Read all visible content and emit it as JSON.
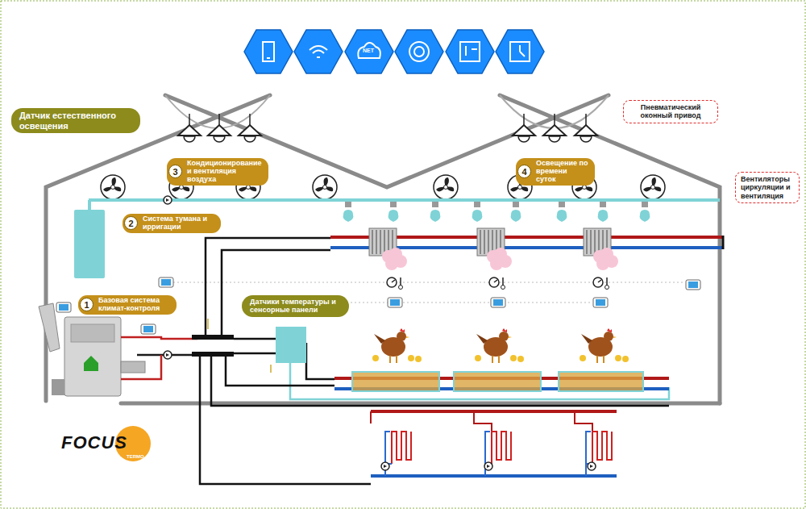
{
  "diagram": {
    "nodes": [
      {
        "text": [
          "Датчик естественного освещения"
        ]
      },
      {
        "text": [
          "Пневматический оконный привод"
        ]
      },
      {
        "text": [
          "3",
          "Кондиционирование и вентиляция воздуха"
        ]
      },
      {
        "text": [
          "4",
          "Освещение по времени суток"
        ]
      },
      {
        "text": [
          "Вентиляторы циркуляции и вентиляция"
        ]
      },
      {
        "text": [
          "2",
          "Система тумана и ирригации"
        ]
      },
      {
        "text": [
          "1",
          "Базовая система климат-контроля"
        ]
      },
      {
        "text": [
          "Датчики температуры и сенсорные панели"
        ]
      }
    ],
    "labels": [
      "NET",
      "FOCUS",
      "TERMO"
    ]
  }
}
